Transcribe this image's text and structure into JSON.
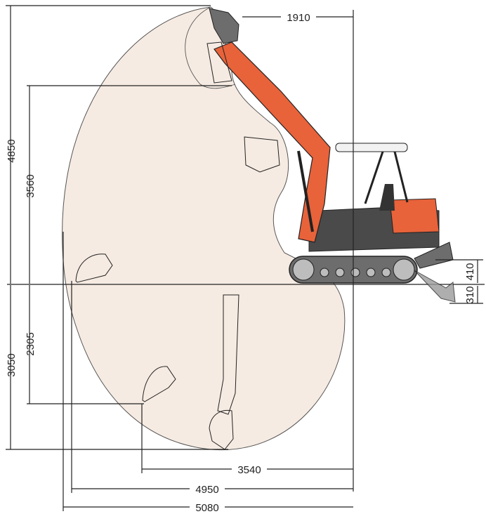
{
  "dimensions": {
    "max_reach_height": "4850",
    "max_dump_height": "3560",
    "max_digging_depth": "3050",
    "vertical_wall_depth": "2305",
    "max_reach_ground_radius": "4950",
    "max_digging_reach": "5080",
    "min_swing_radius": "3540",
    "tail_radius": "1910",
    "blade_lift_height": "410",
    "blade_lower_depth": "310"
  },
  "colors": {
    "envelope_fill": "#f6ebe2",
    "machine_orange": "#e8623a",
    "machine_dark": "#3c3c3c",
    "track_gray": "#6d6d6d",
    "line": "#222222"
  }
}
